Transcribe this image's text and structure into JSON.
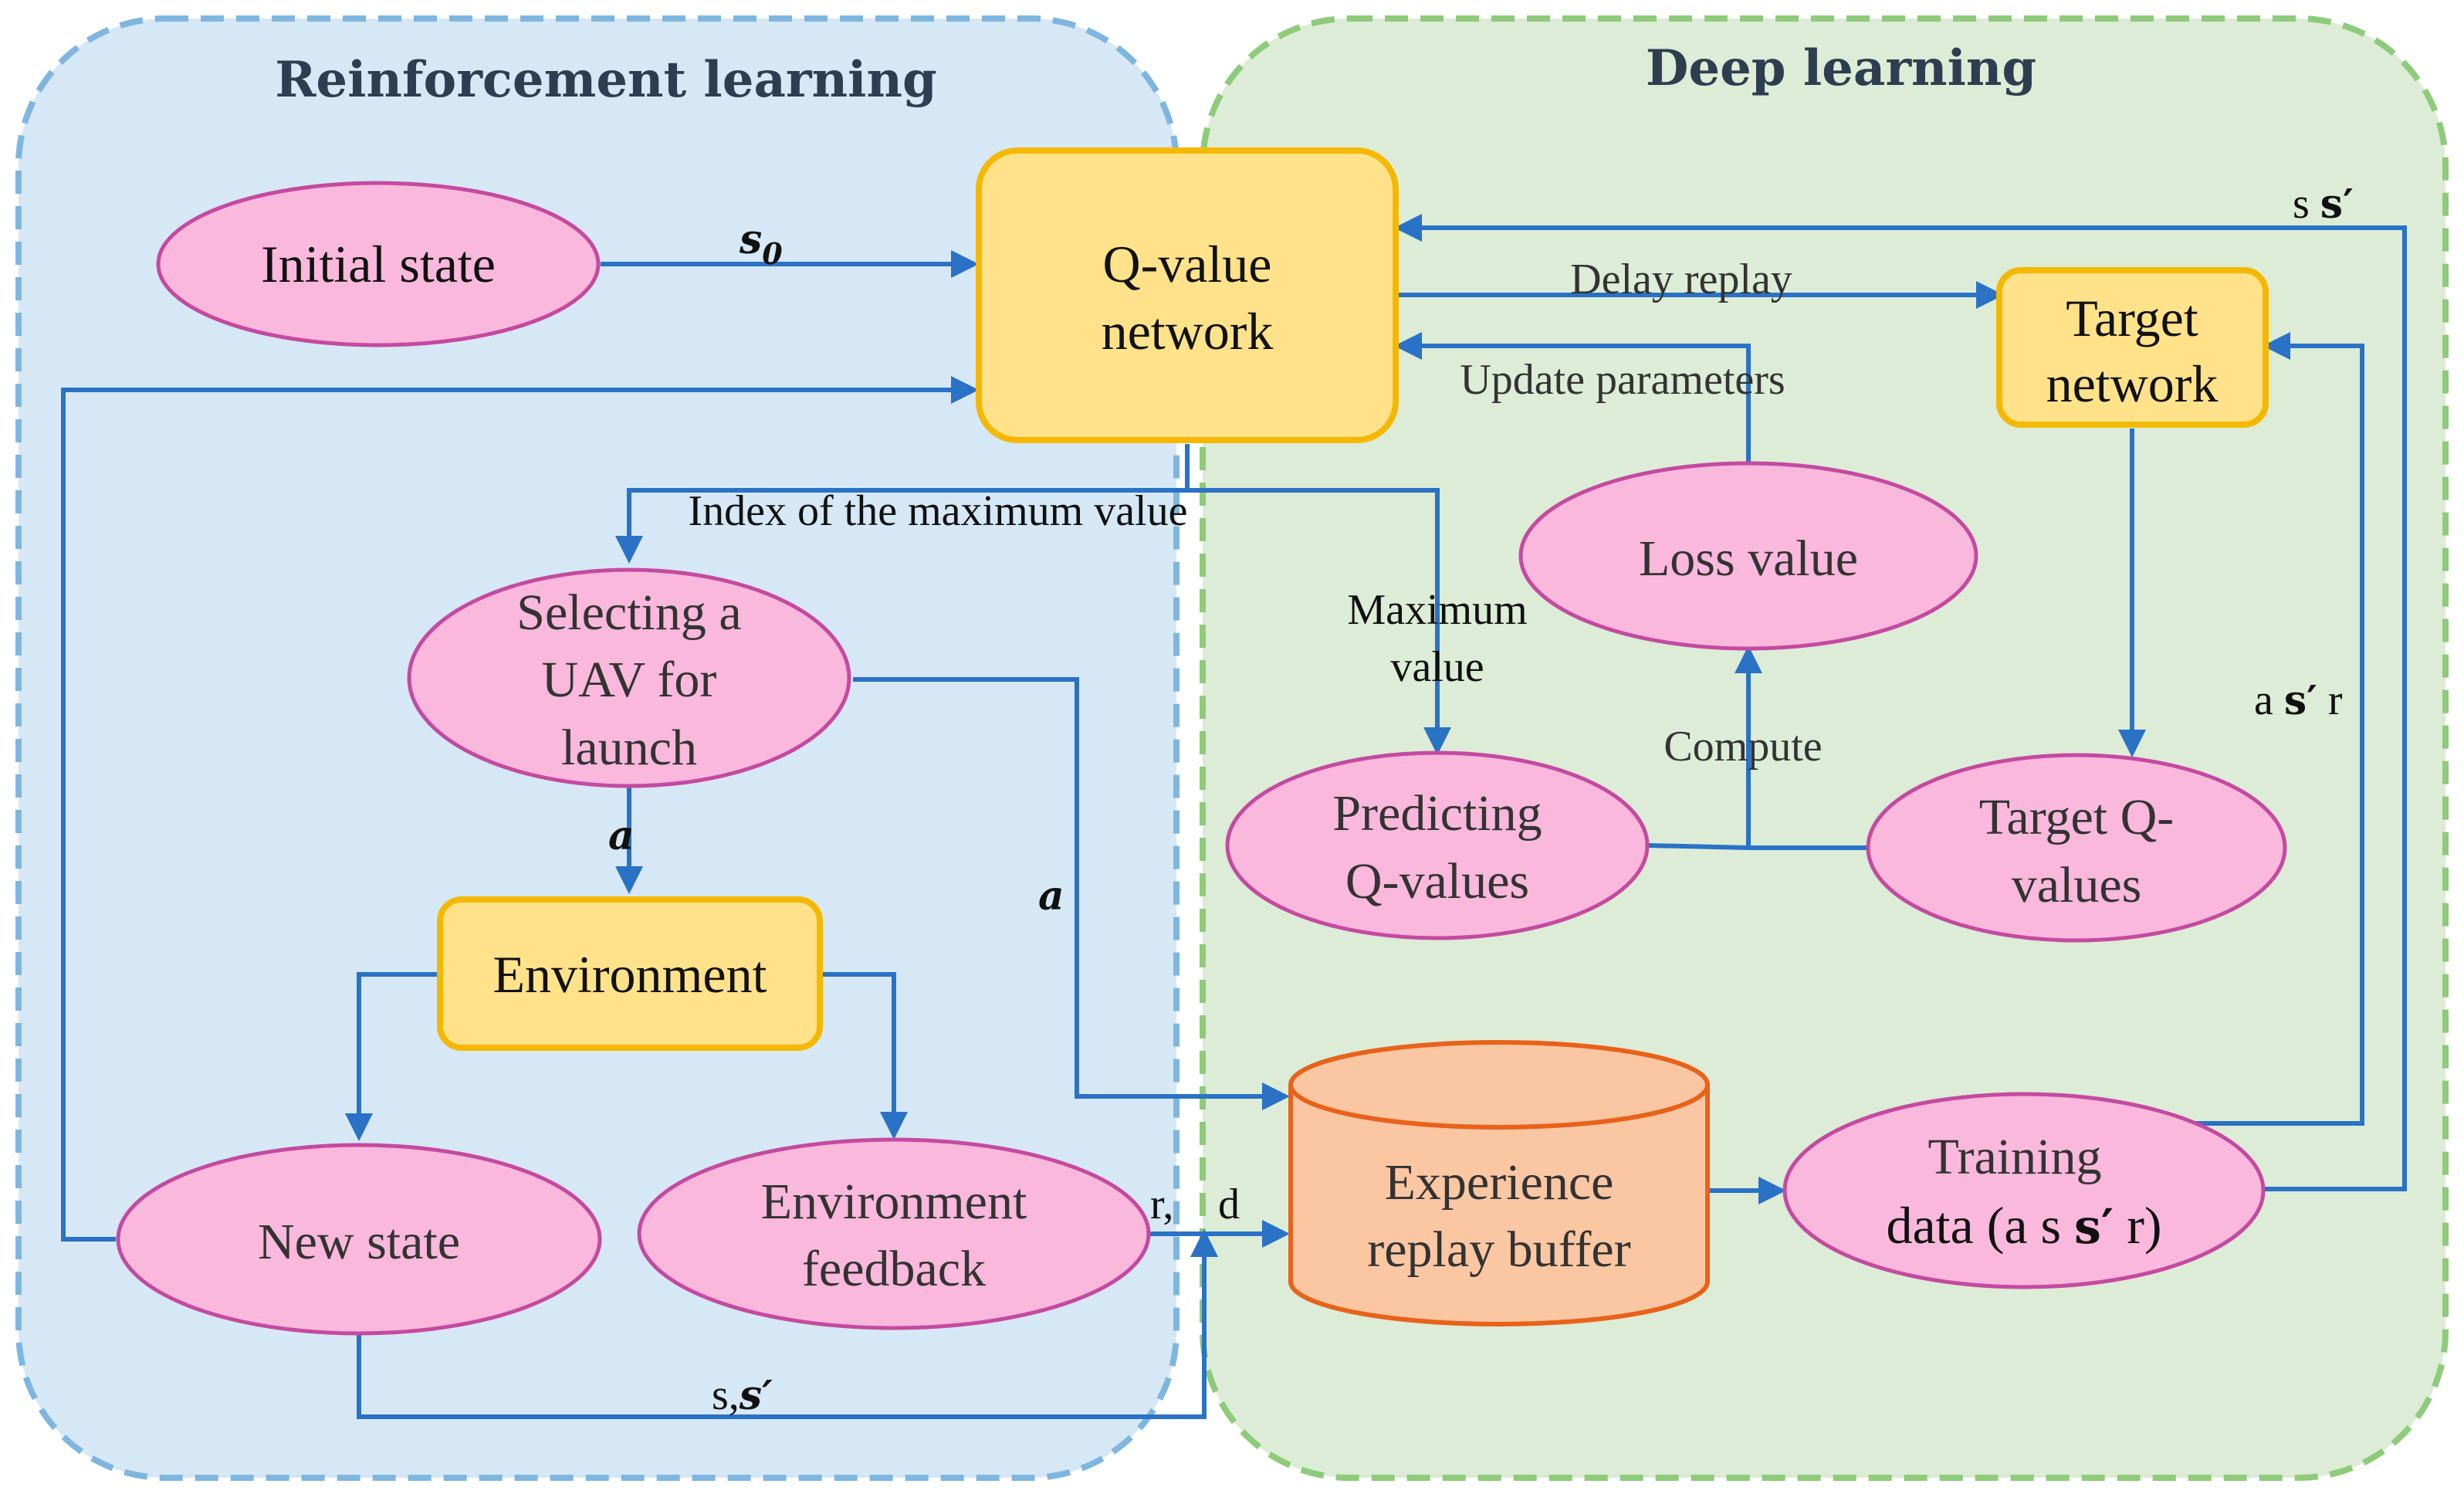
{
  "regions": {
    "rl_title": "Reinforcement learning",
    "dl_title": "Deep learning"
  },
  "nodes": {
    "initial_state": "Initial state",
    "q_network_line1": "Q-value",
    "q_network_line2": "network",
    "target_network_line1": "Target",
    "target_network_line2": "network",
    "selecting_line1": "Selecting a",
    "selecting_line2": "UAV for",
    "selecting_line3": "launch",
    "environment": "Environment",
    "new_state": "New state",
    "env_feedback_line1": "Environment",
    "env_feedback_line2": "feedback",
    "loss_value": "Loss value",
    "predicting_line1": "Predicting",
    "predicting_line2": "Q-values",
    "target_q_line1": "Target Q-",
    "target_q_line2": "values",
    "buffer_line1": "Experience",
    "buffer_line2": "replay buffer",
    "training_line1": "Training",
    "training_line2_pre": "data (a s ",
    "training_line2_math": "s′",
    "training_line2_post": " r)"
  },
  "edges": {
    "s0_main": "s",
    "s0_sub": "0",
    "delay_replay": "Delay replay",
    "update_parameters": "Update parameters",
    "index_max": "Index of the maximum value",
    "maximum_value_line1": "Maximum",
    "maximum_value_line2": "value",
    "compute": "Compute",
    "a_env": "a",
    "a_buffer": "a",
    "r_d_r": "r,",
    "r_d_d": "d",
    "s_sprime_pre": "s,",
    "s_sprime_math": "s′",
    "top_right_pre": "s ",
    "top_right_math": "s′",
    "right_mid_pre": "a ",
    "right_mid_math": "s′",
    "right_mid_post": " r"
  },
  "colors": {
    "rl_region_fill": "#d6e8f5",
    "rl_region_border": "#7fb6e0",
    "dl_region_fill": "#dcecd6",
    "dl_region_border": "#8ecb7a",
    "ellipse_fill": "#f9b8dc",
    "ellipse_border": "#c44aa0",
    "box_fill": "#ffe28a",
    "box_border": "#f5b800",
    "cylinder_fill": "#fbc7a3",
    "cylinder_border": "#e8621a",
    "arrow": "#2a72c5"
  }
}
